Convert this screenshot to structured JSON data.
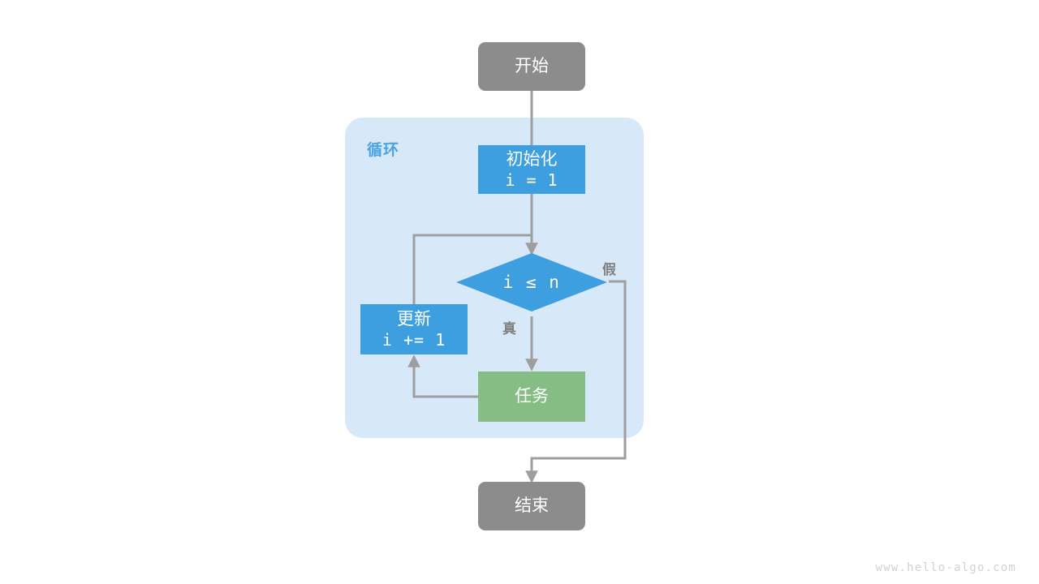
{
  "diagram": {
    "title_watermark": "www.hello-algo.com",
    "colors": {
      "background": "#ffffff",
      "terminal_fill": "#8c8c8c",
      "process_fill": "#3d9ee0",
      "task_fill": "#86bd85",
      "loop_container_fill": "#d7e9f9",
      "loop_title_color": "#4aa3e3",
      "edge_stroke": "#9e9e9e",
      "edge_label_color": "#808080",
      "node_text": "#ffffff",
      "watermark_color": "#d2d2d2"
    },
    "loop_container": {
      "label": "循环"
    },
    "nodes": {
      "start": {
        "label": "开始",
        "shape": "rounded-rect",
        "fill_role": "terminal"
      },
      "init": {
        "line1": "初始化",
        "line2": "i = 1",
        "shape": "rect",
        "fill_role": "process"
      },
      "condition": {
        "label": "i ≤ n",
        "shape": "diamond",
        "fill_role": "process"
      },
      "update": {
        "line1": "更新",
        "line2": "i += 1",
        "shape": "rect",
        "fill_role": "process"
      },
      "task": {
        "label": "任务",
        "shape": "rect",
        "fill_role": "task"
      },
      "end": {
        "label": "结束",
        "shape": "rounded-rect",
        "fill_role": "terminal"
      }
    },
    "edge_labels": {
      "true": "真",
      "false": "假"
    }
  }
}
